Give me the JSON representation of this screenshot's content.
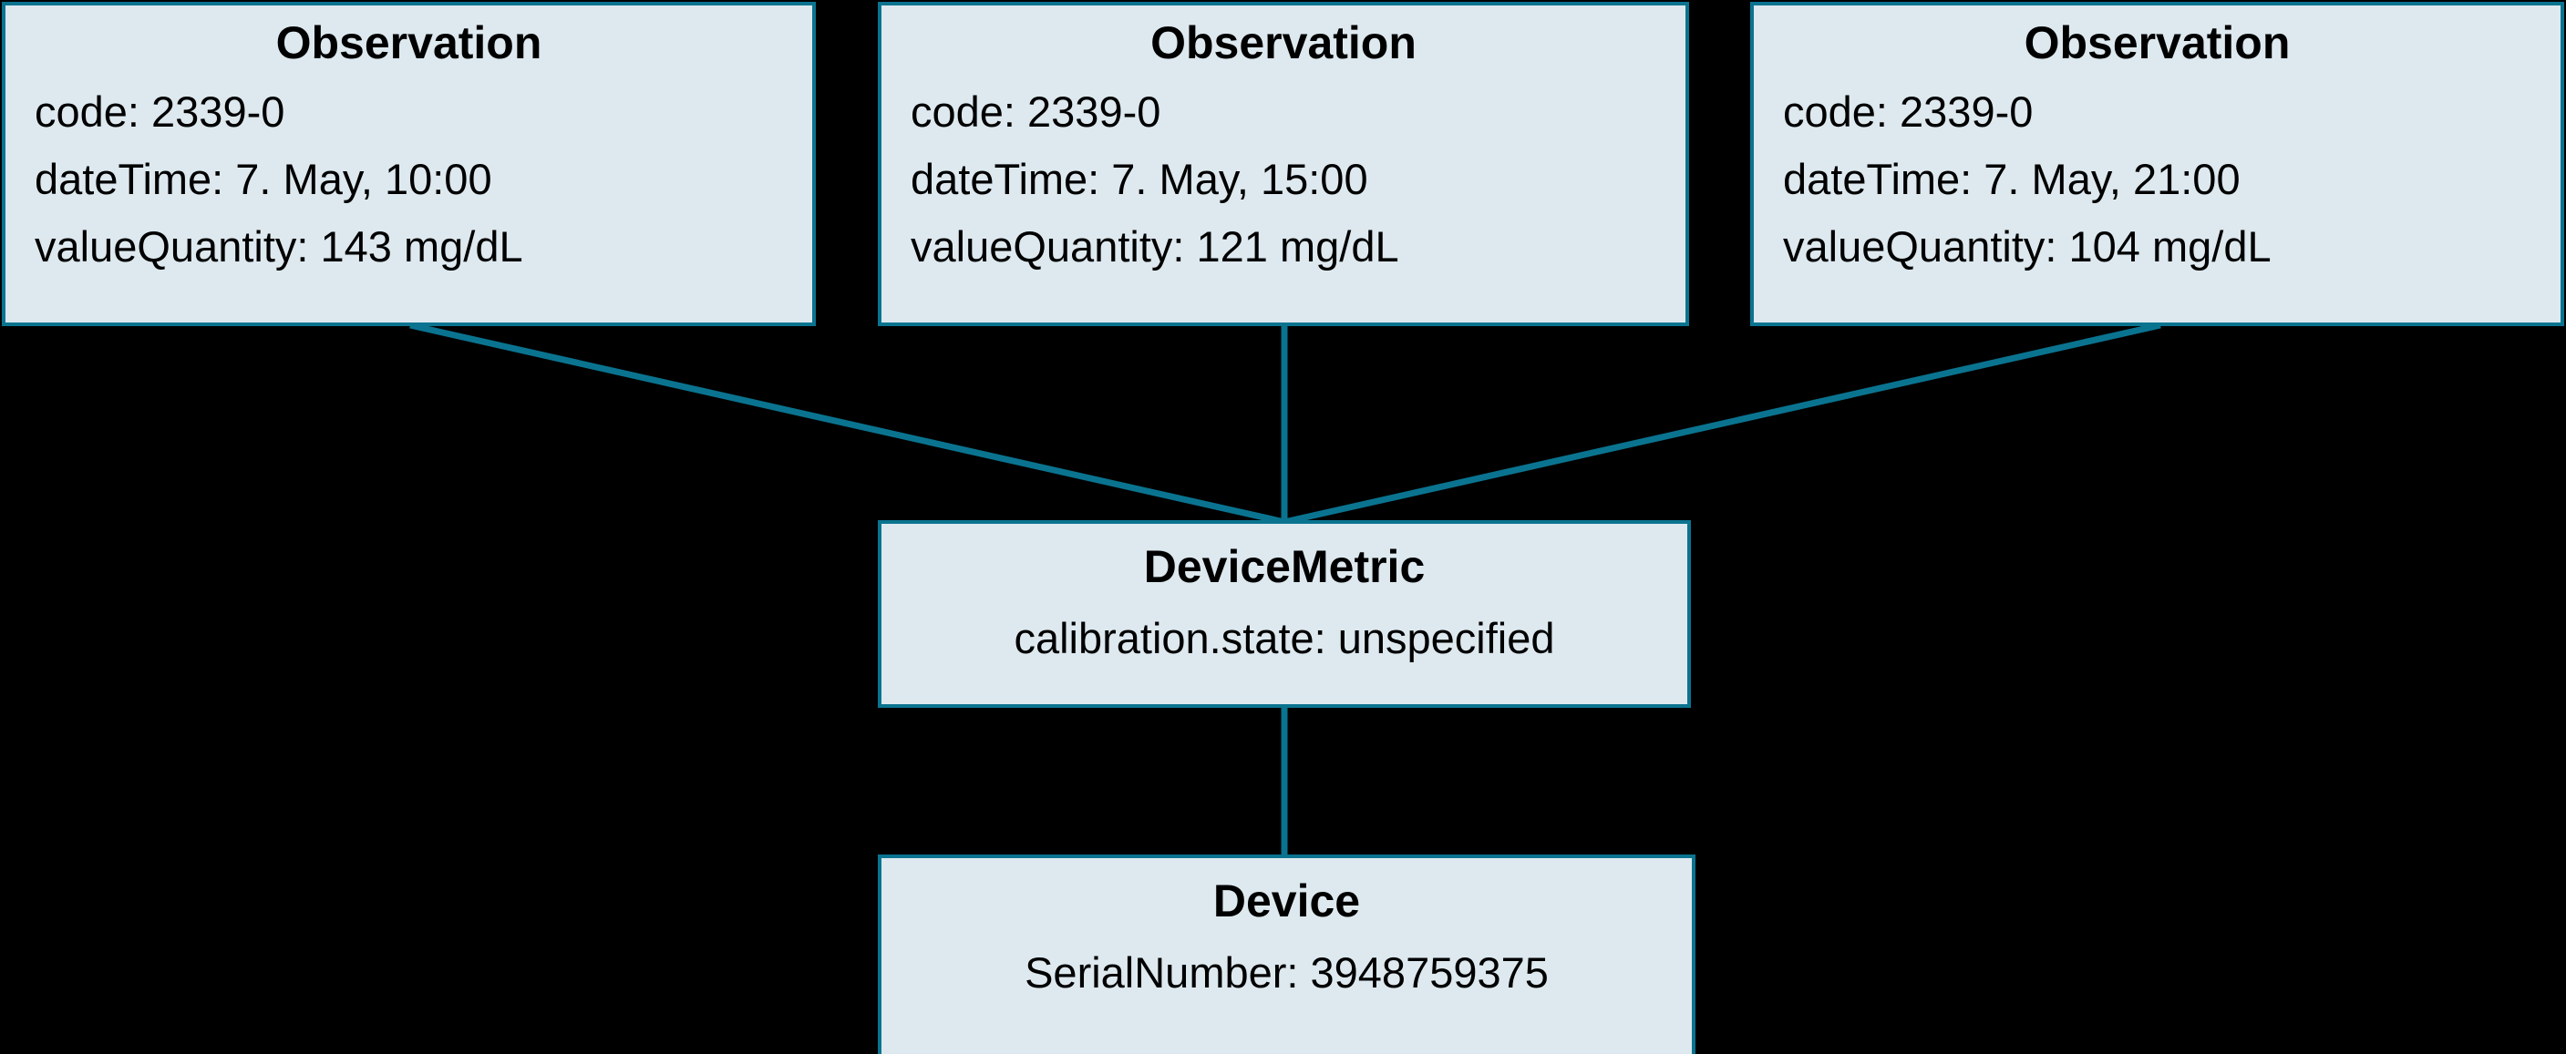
{
  "diagram": {
    "title": "FHIR resource relationship diagram",
    "background_color": "#000000",
    "node_fill_color": "#dde9ef",
    "node_border_color": "#0a7490",
    "connector_color": "#0a7490",
    "text_color": "#000000"
  },
  "nodes": {
    "observation_1": {
      "title": "Observation",
      "lines": [
        "code: 2339-0",
        "dateTime: 7. May, 10:00",
        "valueQuantity: 143 mg/dL"
      ],
      "code": "2339-0",
      "dateTime": "7. May, 10:00",
      "valueQuantity": "143 mg/dL"
    },
    "observation_2": {
      "title": "Observation",
      "lines": [
        "code: 2339-0",
        "dateTime: 7. May, 15:00",
        "valueQuantity: 121 mg/dL"
      ],
      "code": "2339-0",
      "dateTime": "7. May, 15:00",
      "valueQuantity": "121 mg/dL"
    },
    "observation_3": {
      "title": "Observation",
      "lines": [
        "code: 2339-0",
        "dateTime: 7. May, 21:00",
        "valueQuantity: 104 mg/dL"
      ],
      "code": "2339-0",
      "dateTime": "7. May, 21:00",
      "valueQuantity": "104 mg/dL"
    },
    "device_metric": {
      "title": "DeviceMetric",
      "lines": [
        "calibration.state: unspecified"
      ],
      "calibration_state": "unspecified"
    },
    "device": {
      "title": "Device",
      "lines": [
        "SerialNumber: 3948759375"
      ],
      "serial_number": "3948759375"
    }
  },
  "edges": [
    {
      "from": "observation_1",
      "to": "device_metric",
      "style": "solid"
    },
    {
      "from": "observation_2",
      "to": "device_metric",
      "style": "solid"
    },
    {
      "from": "observation_3",
      "to": "device_metric",
      "style": "solid"
    },
    {
      "from": "device_metric",
      "to": "device",
      "style": "solid"
    }
  ]
}
